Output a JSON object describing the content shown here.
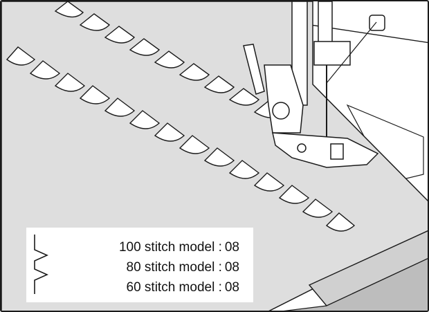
{
  "legend": {
    "rows": [
      {
        "label": "100 stitch model :",
        "value": "08"
      },
      {
        "label": "80 stitch model :",
        "value": "08"
      },
      {
        "label": "60 stitch model :",
        "value": "08"
      }
    ]
  },
  "colors": {
    "fabric": "#dedede",
    "fabric_shadow": "#bdbdbd",
    "ink": "#1a1a1a",
    "machine": "#ffffff"
  },
  "icons": {
    "stitch": "zigzag-stitch-icon"
  }
}
